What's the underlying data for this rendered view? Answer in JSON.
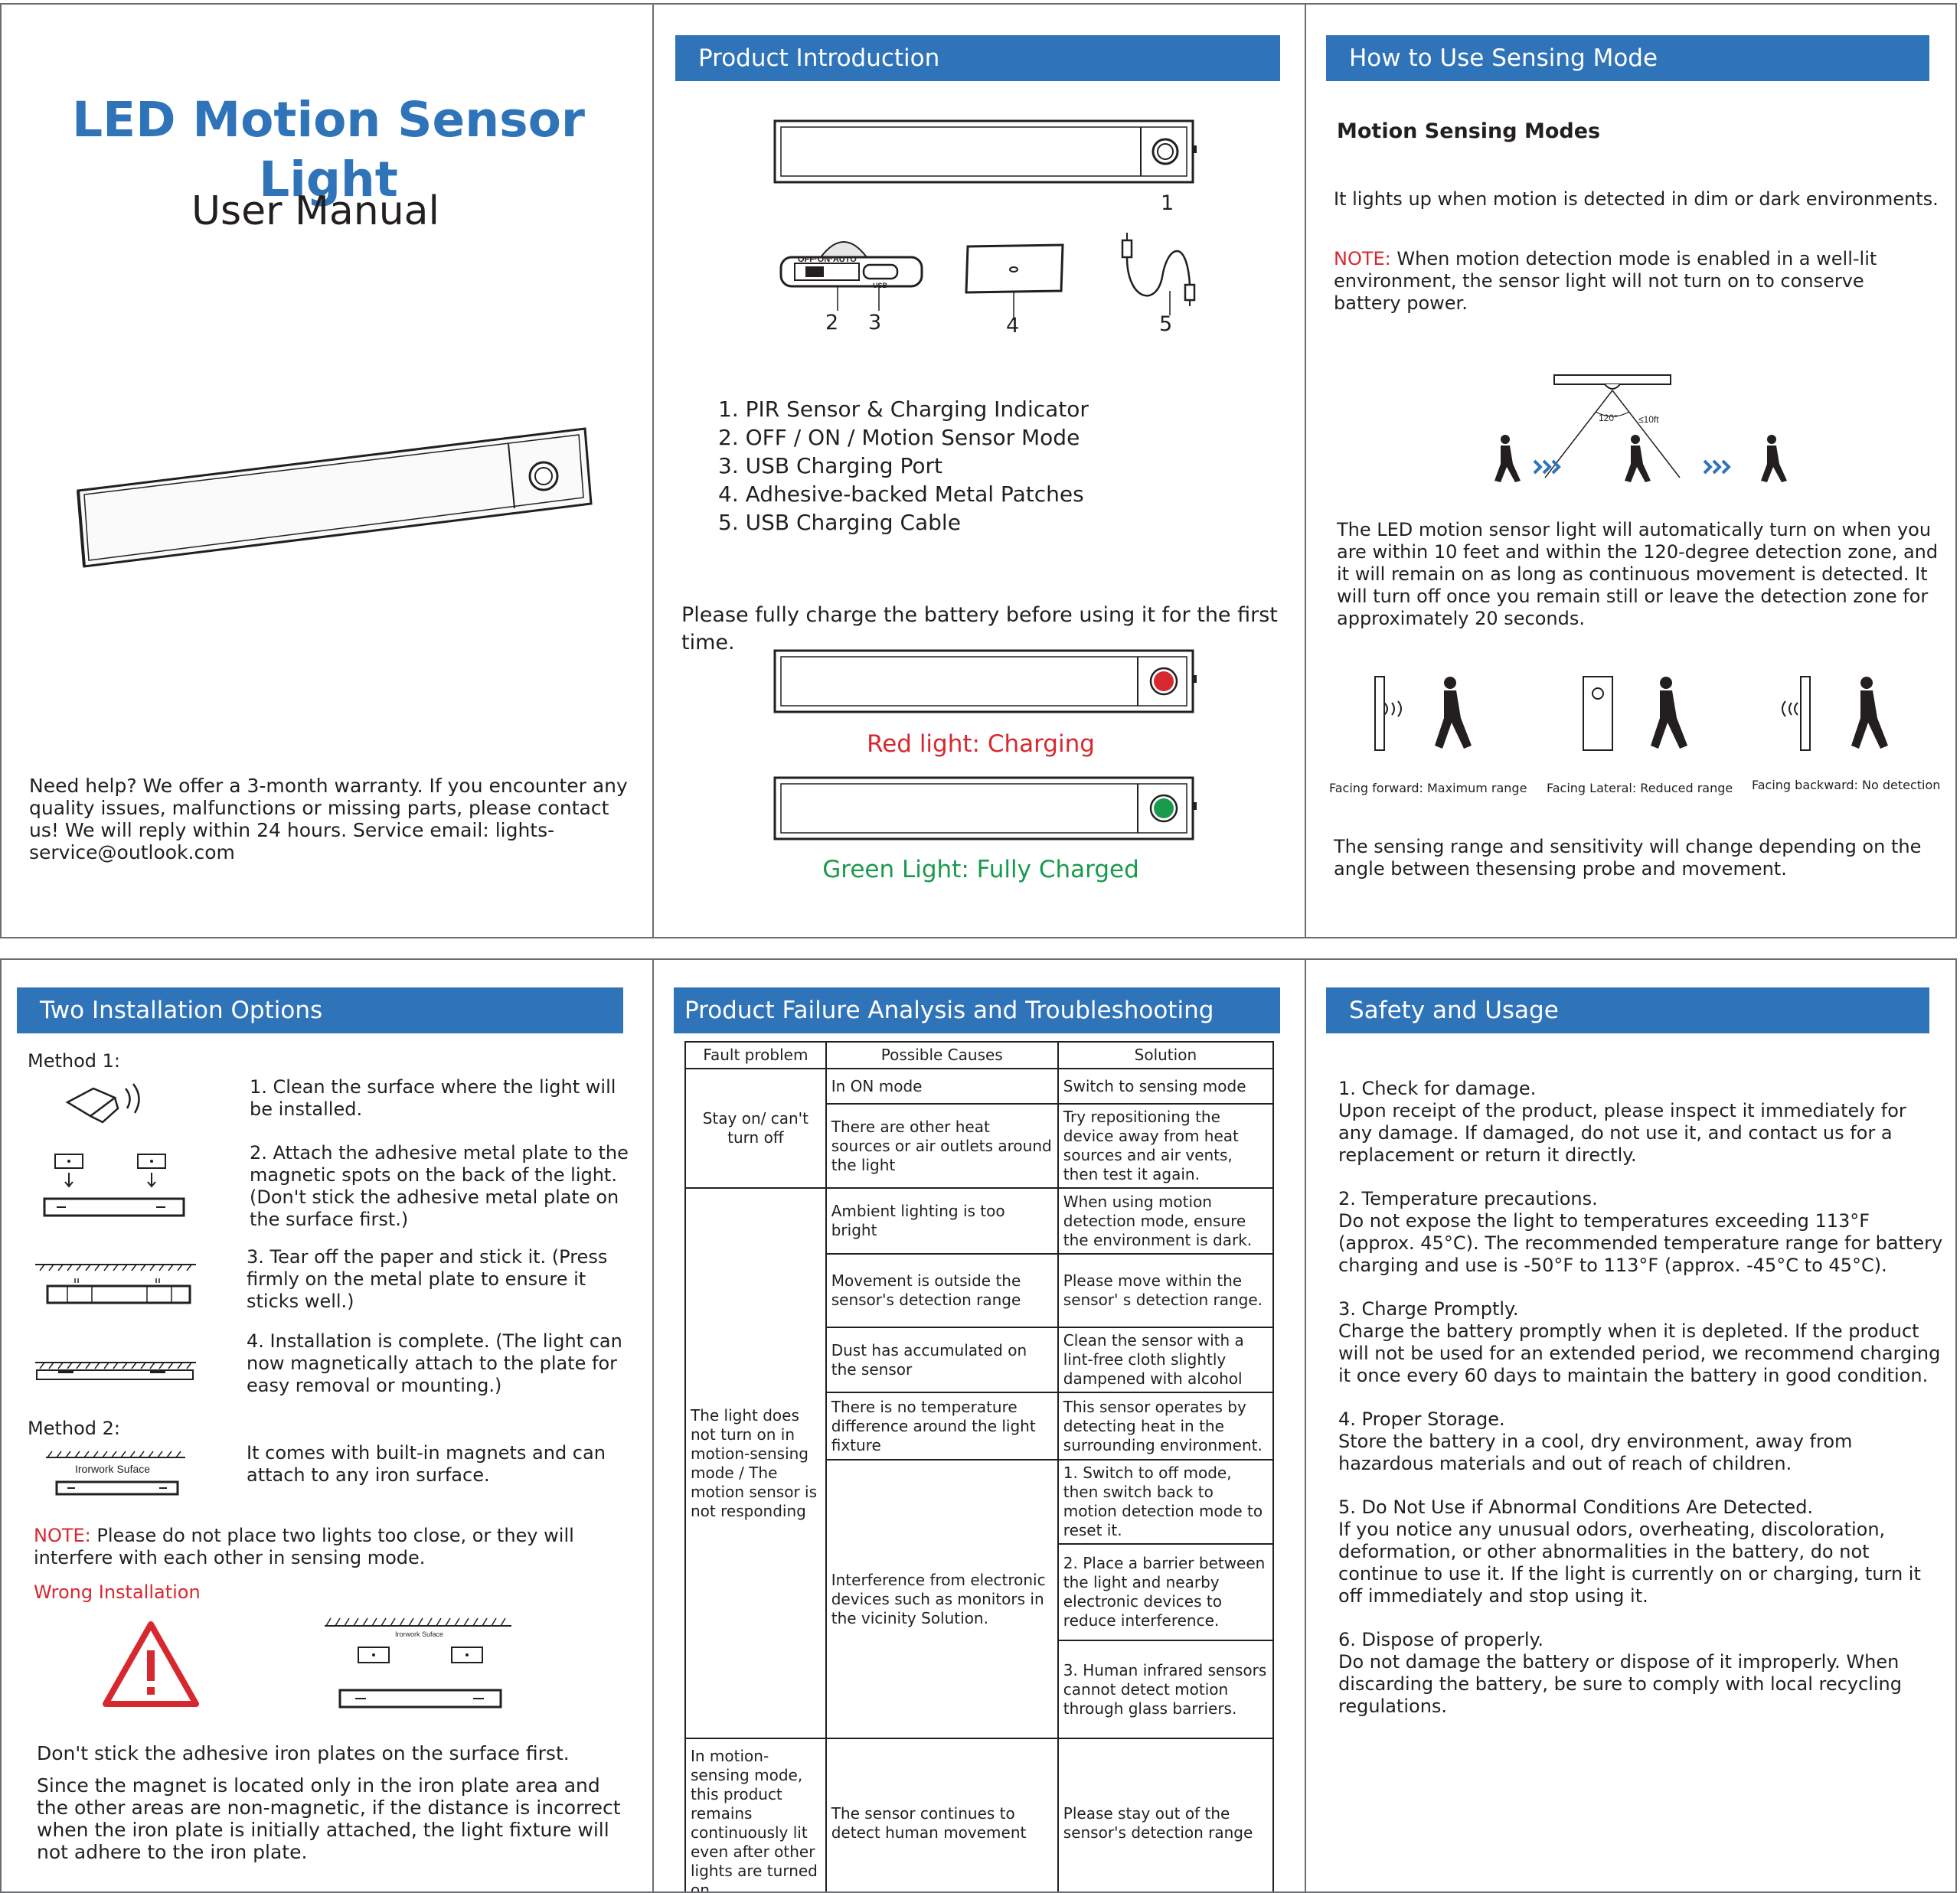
{
  "cover": {
    "title": "LED Motion Sensor Light",
    "subtitle": "User Manual",
    "help": "Need help? We offer a 3-month warranty. If you encounter any quality issues, malfunctions or missing parts, please contact us! We will reply within 24 hours. Service email: lights-service@outlook.com"
  },
  "intro": {
    "header": "Product Introduction",
    "callouts": [
      "1",
      "2",
      "3",
      "4",
      "5"
    ],
    "switch_labels": "OFF·ON·AUTO",
    "usb_label": "USB",
    "parts": [
      "1. PIR Sensor & Charging Indicator",
      "2. OFF / ON / Motion Sensor Mode",
      "3. USB Charging Port",
      "4. Adhesive-backed Metal Patches",
      "5. USB Charging Cable"
    ],
    "charge_note": "Please fully charge the battery before using it for the first time.",
    "red_label": "Red light: Charging",
    "green_label": "Green Light: Fully Charged",
    "colors": {
      "red": "#d7282f",
      "green": "#1a9a4d"
    }
  },
  "sensing": {
    "header": "How to Use Sensing Mode",
    "subtitle": "Motion Sensing Modes",
    "lead": "It lights up when motion is detected in dim or dark environments.",
    "note_label": "NOTE:",
    "note": " When motion detection mode is enabled in a well-lit environment, the sensor light will not turn on to conserve battery power.",
    "angle": "120°",
    "distance": "≤10ft",
    "description": "The LED motion sensor light will automatically turn on when you are within 10 feet and within the 120-degree detection zone, and it will remain on as long as continuous movement is detected. It will turn off once you remain still or leave the detection zone for approximately 20 seconds.",
    "facing": [
      "Facing forward: Maximum range",
      "Facing Lateral: Reduced range",
      "Facing backward: No detection"
    ],
    "range_note": "The sensing range and sensitivity will change depending on the angle between thesensing probe and movement."
  },
  "install": {
    "header": "Two Installation Options",
    "method1": "Method 1:",
    "steps": [
      "1. Clean the surface where the light will be installed.",
      "2. Attach the adhesive metal plate to the magnetic spots on the back of the light. (Don't stick the adhesive metal plate on the surface first.)",
      "3. Tear off the paper and stick it. (Press firmly on the metal plate to ensure it sticks well.)",
      "4. Installation is complete. (The light can now magnetically attach to the plate for easy removal or mounting.)"
    ],
    "method2": "Method 2:",
    "surface_label": "Irorwork Suface",
    "method2_text": "It comes with built-in magnets and can attach to any iron surface.",
    "note_label": "NOTE:",
    "note": " Please do not place two lights too close, or they will interfere with each other in sensing mode.",
    "wrong": "Wrong Installation",
    "wrong_surface_label": "Irorwork Suface",
    "dont": "Don't stick the adhesive iron plates on the surface first.",
    "explain": "Since the magnet is located only in the iron plate area and the other areas are non-magnetic, if the distance is incorrect when the iron plate is initially attached, the light fixture will not adhere to the iron plate."
  },
  "trouble": {
    "header": "Product Failure Analysis and Troubleshooting",
    "columns": [
      "Fault problem",
      "Possible Causes",
      "Solution"
    ],
    "fault1": "Stay on/ can't turn off",
    "c1a": "In ON mode",
    "s1a": "Switch to sensing mode",
    "c1b": "There are other heat sources or air outlets around the light",
    "s1b": "Try repositioning the device away from heat sources and air vents, then test it again.",
    "fault2": "The light does not turn on in motion-sensing mode / The motion sensor is not responding",
    "c2a": "Ambient lighting is too bright",
    "s2a": "When using motion detection mode, ensure the environment is dark.",
    "c2b": "Movement is outside the sensor's detection range",
    "s2b": "Please move within the sensor' s detection range.",
    "c2c": "Dust has accumulated on the sensor",
    "s2c": "Clean the sensor with a lint-free cloth slightly dampened with alcohol",
    "c2d": "There is no temperature difference around the light fixture",
    "s2d": "This sensor operates by detecting heat in the surrounding environment.",
    "c2e": "Interference from electronic devices such as monitors in the vicinity Solution.",
    "s2e1": "1. Switch to off mode, then switch back to motion detection mode to reset it.",
    "s2e2": "2. Place a barrier between the light and nearby electronic devices to reduce interference.",
    "s2e3": "3. Human infrared sensors cannot detect motion through glass barriers.",
    "fault3": "In motion-sensing mode, this product remains continuously lit even after other lights are turned on.",
    "c3": "The sensor continues to detect human movement",
    "s3": "Please stay out of the sensor's detection range"
  },
  "safety": {
    "header": "Safety and Usage",
    "items": [
      {
        "title": "1. Check for damage.",
        "body": "Upon receipt of the product, please inspect it immediately for any damage. If damaged, do not use it, and contact us for a replacement or return it directly."
      },
      {
        "title": "2. Temperature precautions.",
        "body": "Do not expose the light to temperatures exceeding 113°F (approx. 45°C). The recommended temperature range for battery charging and use is -50°F to 113°F (approx. -45°C to 45°C)."
      },
      {
        "title": "3. Charge Promptly.",
        "body": "Charge the battery promptly when it is depleted. If the product will not be used for an extended period, we recommend charging it once every 60 days to maintain the battery in good condition."
      },
      {
        "title": "4. Proper Storage.",
        "body": "Store the battery in a cool, dry environment, away from hazardous materials and out of reach of children."
      },
      {
        "title": "5. Do Not Use if Abnormal Conditions Are Detected.",
        "body": "If you notice any unusual odors, overheating, discoloration, deformation, or other abnormalities in the battery, do not continue to use it. If the light is currently on or charging, turn it off immediately and stop using it."
      },
      {
        "title": "6. Dispose of properly.",
        "body": "Do not damage the battery or dispose of it improperly. When discarding the battery, be sure to comply with local recycling regulations."
      }
    ]
  },
  "accent": "#2f73b9"
}
